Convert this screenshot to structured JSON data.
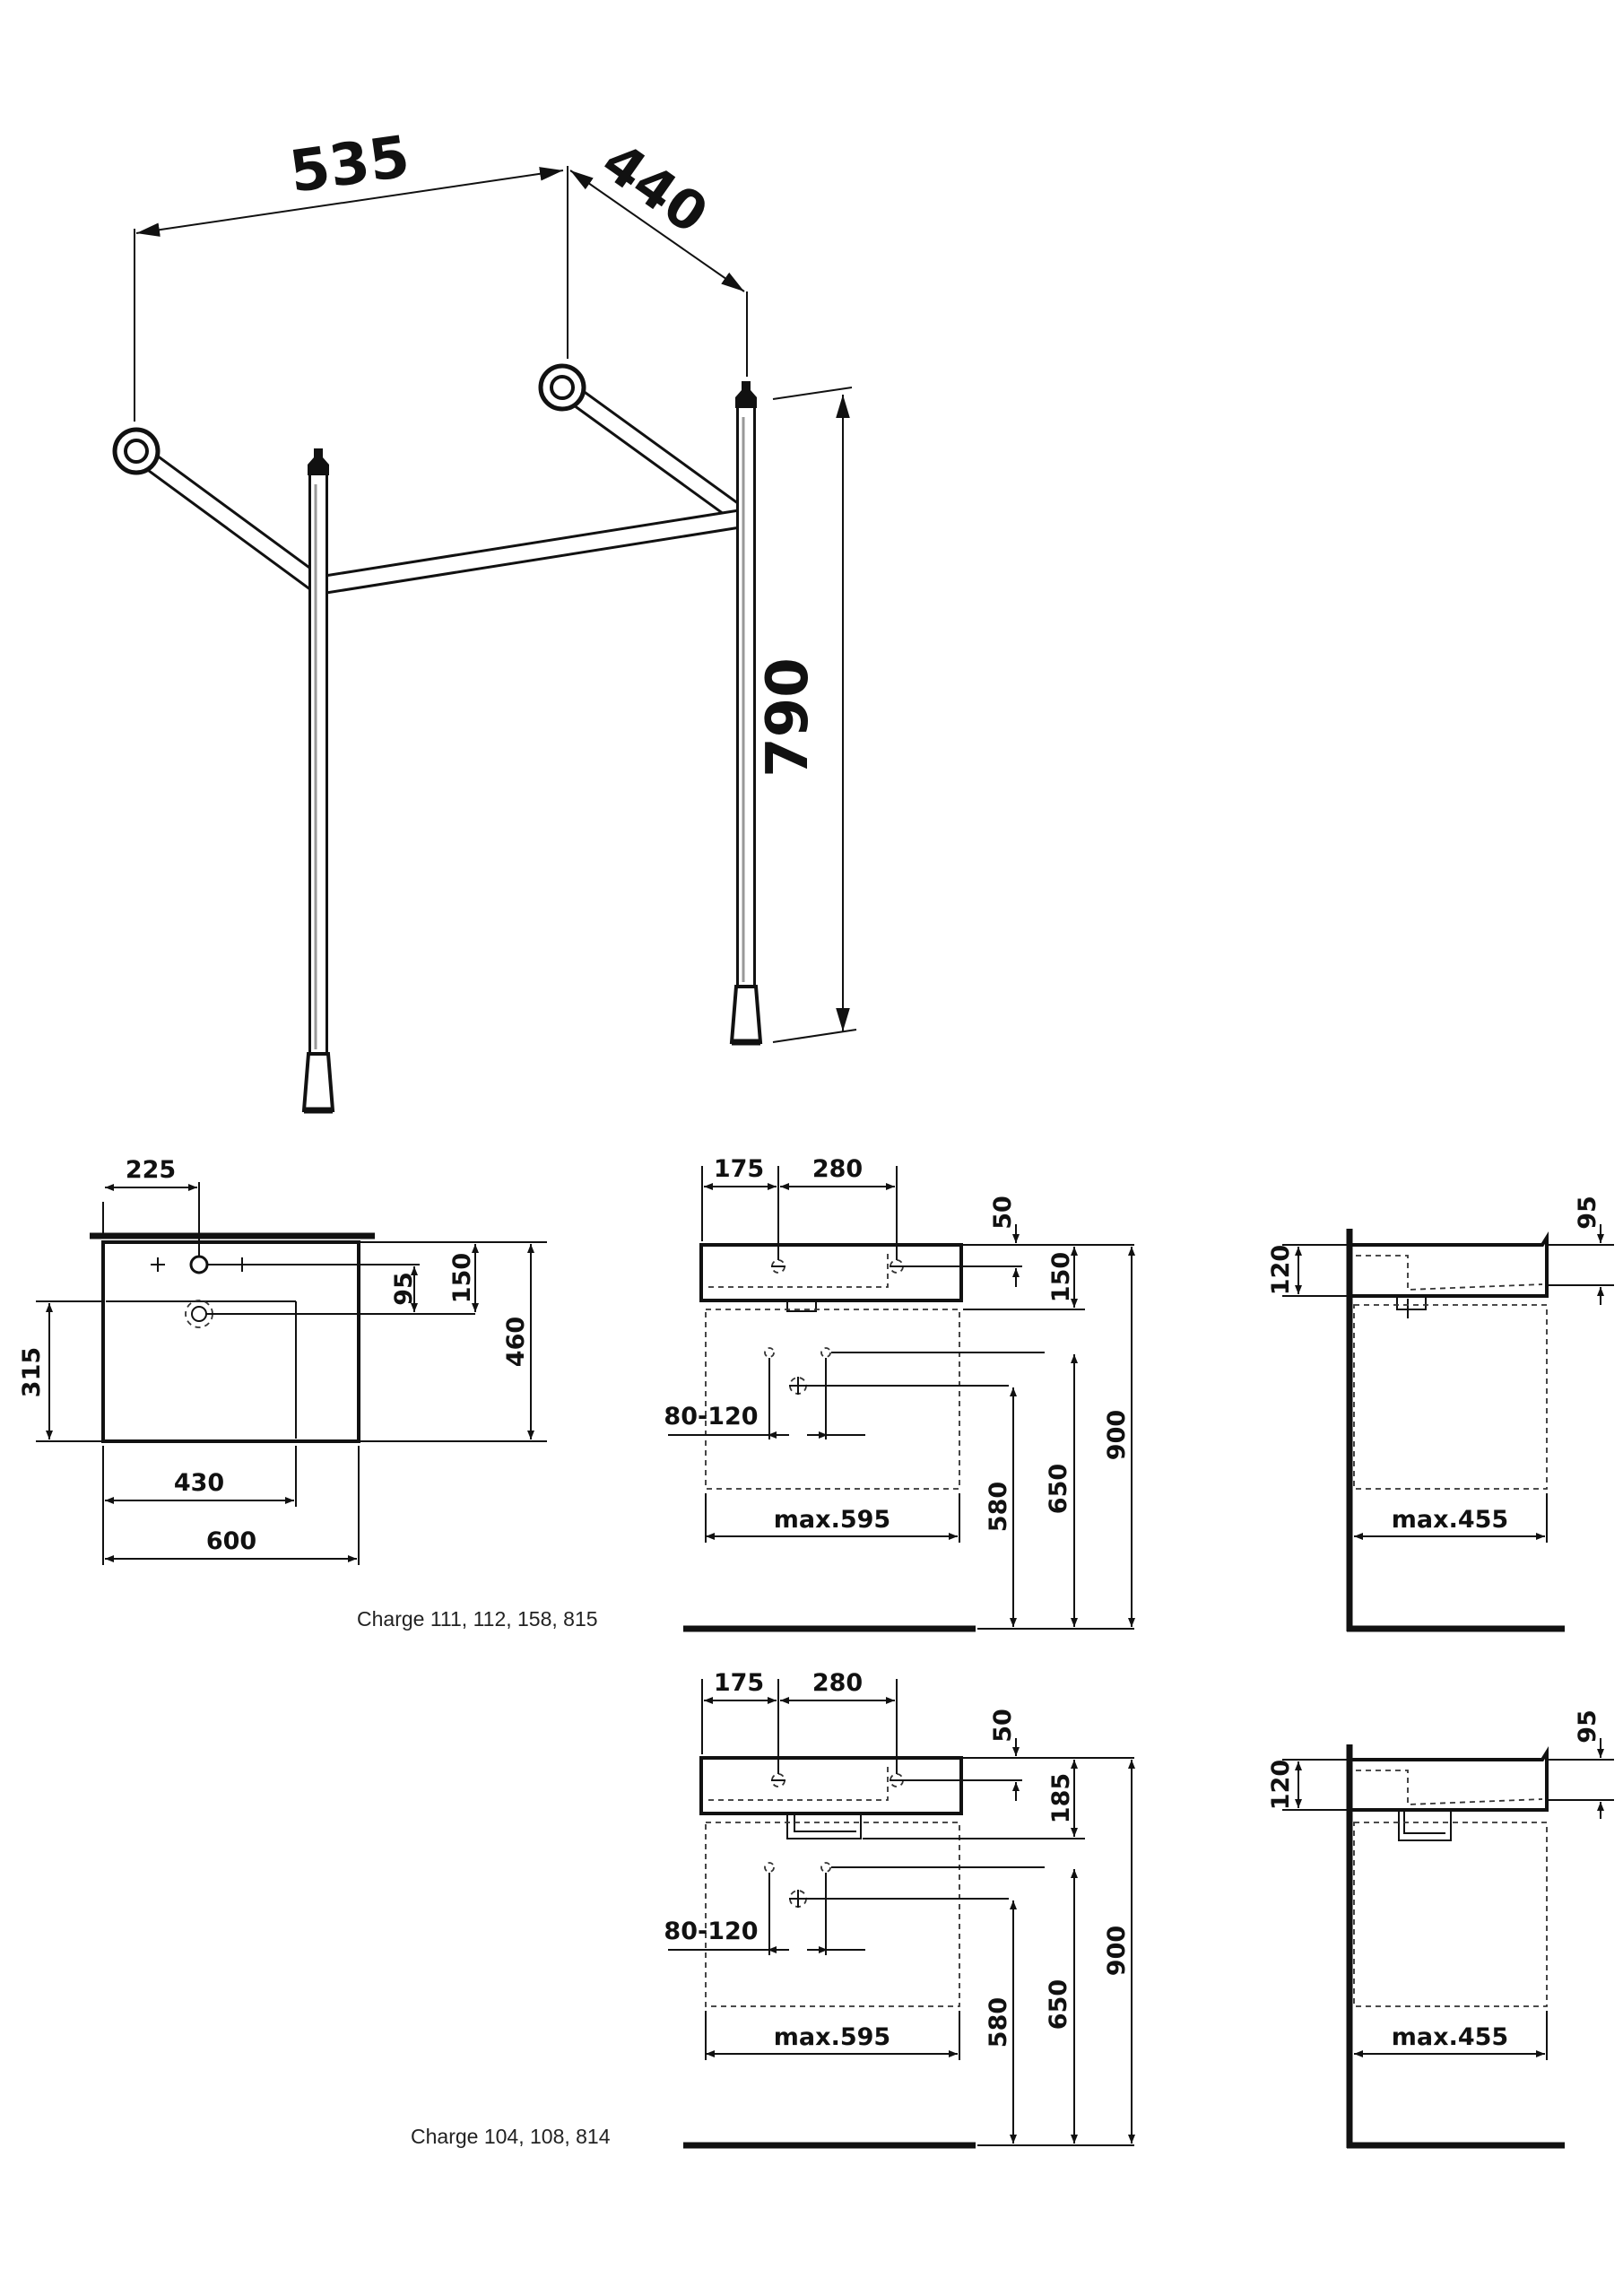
{
  "stand": {
    "width": "535",
    "depth": "440",
    "height": "790"
  },
  "top_view": {
    "d225": "225",
    "d95": "95",
    "d150": "150",
    "d315": "315",
    "d460": "460",
    "d430": "430",
    "d600": "600"
  },
  "caption_1": "Charge 111, 112, 158, 815",
  "caption_2": "Charge 104, 108, 814",
  "front_1": {
    "d175": "175",
    "d280": "280",
    "d50": "50",
    "d150": "150",
    "d8012": "80-120",
    "d580": "580",
    "d650": "650",
    "d900": "900",
    "max": "max.595"
  },
  "side_1": {
    "d95": "95",
    "d120": "120",
    "max": "max.455"
  },
  "front_2": {
    "d175": "175",
    "d280": "280",
    "d50": "50",
    "d185": "185",
    "d8012": "80-120",
    "d580": "580",
    "d650": "650",
    "d900": "900",
    "max": "max.595"
  },
  "side_2": {
    "d95": "95",
    "d120": "120",
    "max": "max.455"
  },
  "colors": {
    "line": "#111111",
    "background": "#ffffff"
  }
}
